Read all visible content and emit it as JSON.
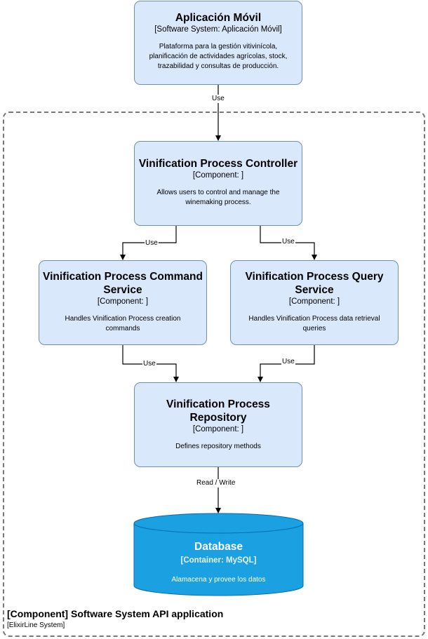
{
  "external": {
    "title": "Aplicación Móvil",
    "type": "[Software System: Aplicación Móvil]",
    "description": "Plataforma para la gestión vitivinícola, planificación de actividades agrícolas, stock, trazabilidad y consultas de producción."
  },
  "controller": {
    "title": "Vinification Process Controller",
    "type": "[Component: ]",
    "description": "Allows users to control and manage the winemaking process."
  },
  "command_service": {
    "title": "Vinification Process Command Service",
    "type": "[Component: ]",
    "description": "Handles Vinification Process creation commands"
  },
  "query_service": {
    "title": "Vinification Process Query Service",
    "type": "[Component: ]",
    "description": "Handles Vinification Process data retrieval queries"
  },
  "repository": {
    "title": "Vinification Process Repository",
    "type": "[Component: ]",
    "description": "Defines repository methods"
  },
  "database": {
    "title": "Database",
    "type": "[Container: MySQL]",
    "description": "Alamacena y provee los datos"
  },
  "boundary": {
    "title": "[Component] Software System API application",
    "subtitle": "[ElixirLine System]"
  },
  "edges": {
    "use_app_controller": "Use",
    "use_controller_command": "Use",
    "use_controller_query": "Use",
    "use_command_repo": "Use",
    "use_query_repo": "Use",
    "read_write": "Read / Write"
  },
  "colors": {
    "component_fill": "#dae8fc",
    "component_stroke": "#6c8ebf",
    "database_fill": "#1ba1e2",
    "database_stroke": "#006eaf"
  }
}
